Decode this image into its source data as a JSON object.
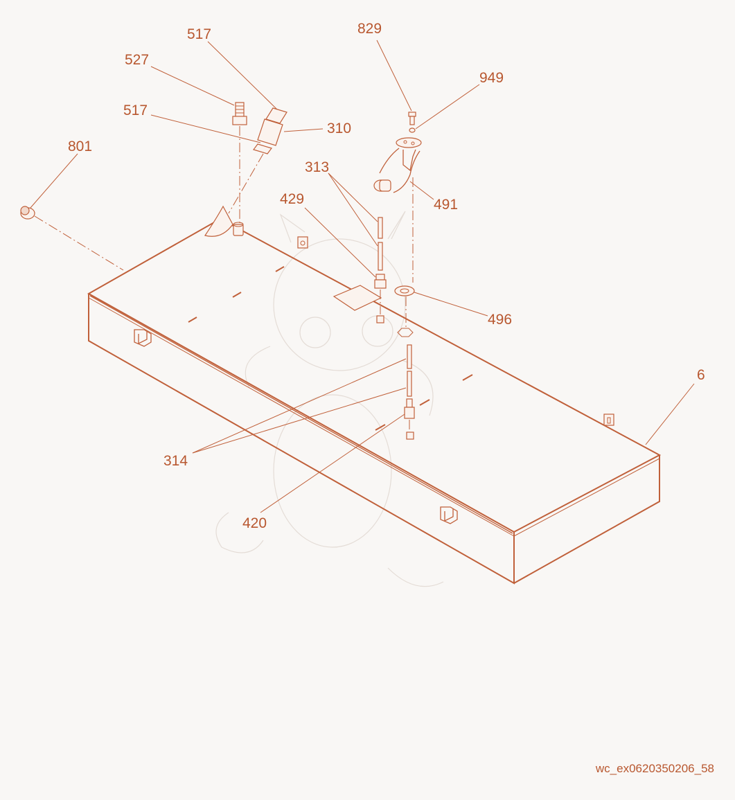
{
  "callouts": {
    "c6": "6",
    "c310": "310",
    "c313": "313",
    "c314": "314",
    "c420": "420",
    "c429": "429",
    "c491": "491",
    "c496": "496",
    "c517a": "517",
    "c517b": "517",
    "c527": "527",
    "c801": "801",
    "c829": "829",
    "c949": "949"
  },
  "footer": {
    "code": "wc_ex0620350206_58"
  },
  "colors": {
    "line": "#c0603a",
    "text": "#b8572f",
    "background": "#f9f7f5"
  }
}
